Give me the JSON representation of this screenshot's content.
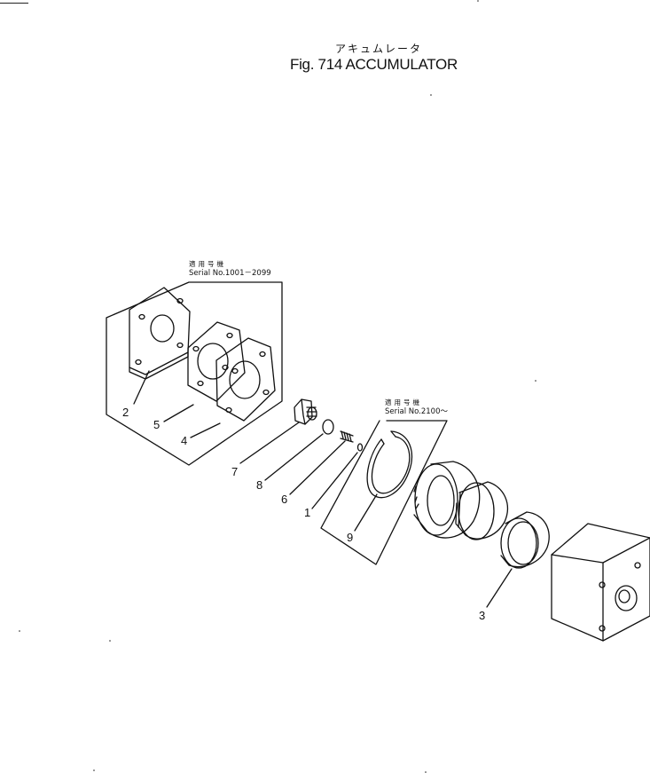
{
  "header": {
    "title_jp": "アキュムレータ",
    "title_en": "Fig. 714  ACCUMULATOR"
  },
  "serial_groups": [
    {
      "label_jp": "適用号機",
      "serial": "Serial  No.1001－2099"
    },
    {
      "label_jp": "適用号機",
      "serial": "Serial  No.2100～"
    }
  ],
  "callouts": {
    "c2": "2",
    "c5": "5",
    "c4": "4",
    "c7": "7",
    "c8": "8",
    "c6": "6",
    "c1": "1",
    "c9": "9",
    "c3": "3"
  }
}
